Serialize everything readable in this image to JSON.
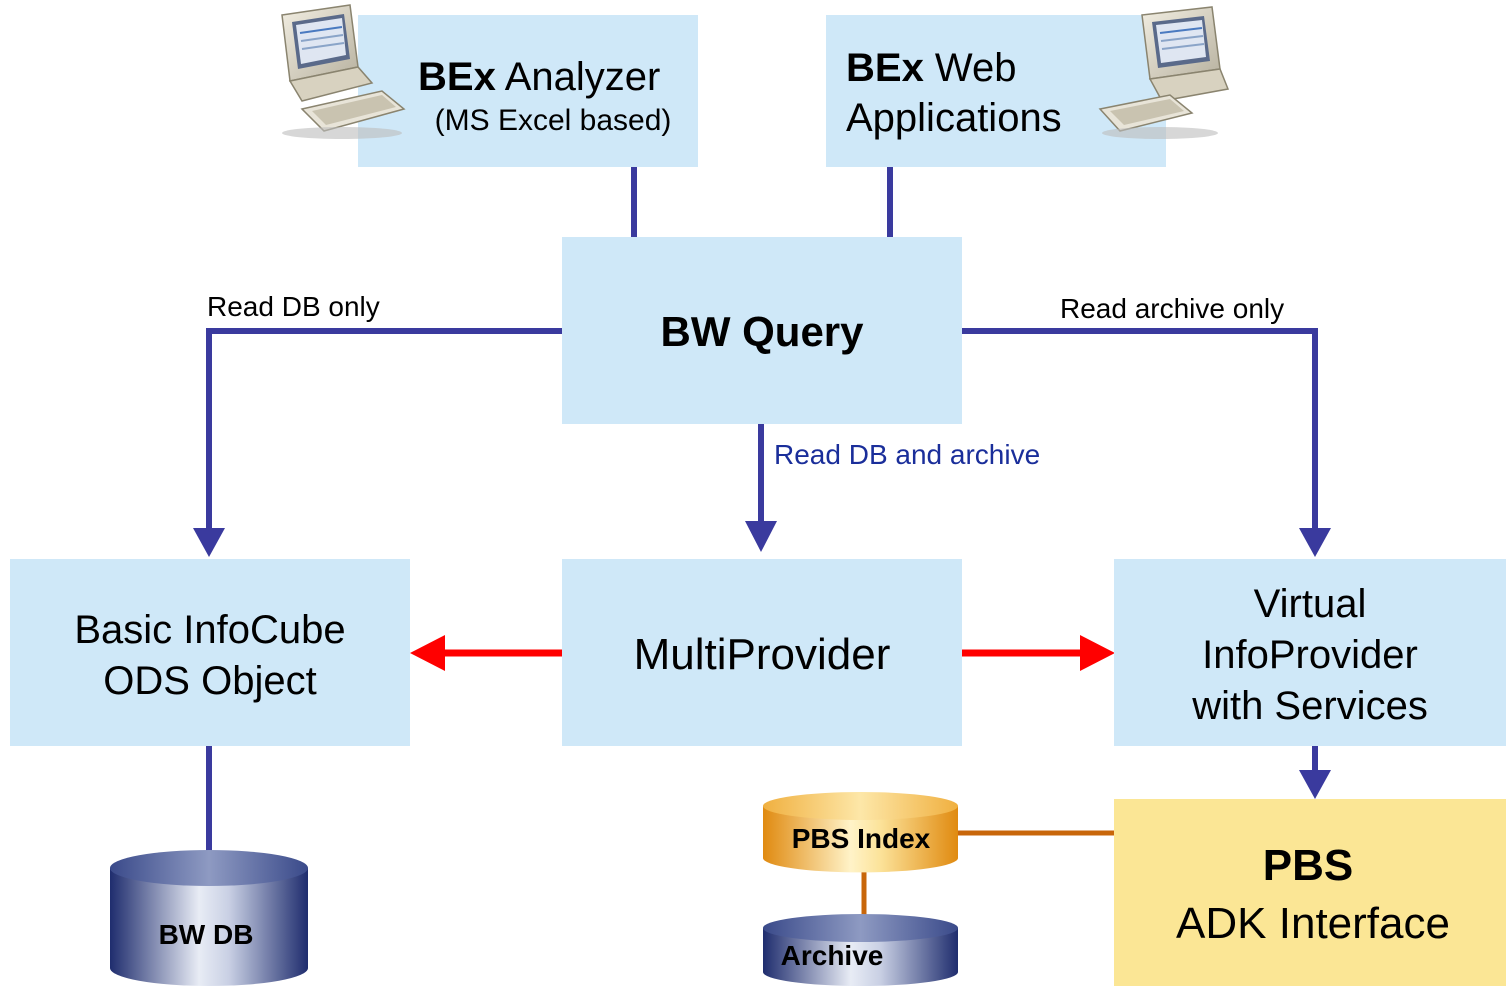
{
  "colors": {
    "box_fill": "#cfe8f8",
    "pbs_fill": "#fbe695",
    "connector_blue": "#3a3a9e",
    "arrow_red": "#ff0000",
    "connector_orange": "#c8660a",
    "db_navy": "#1f2d6e",
    "db_orange": "#f0a020"
  },
  "boxes": {
    "bex_analyzer": {
      "bold": "BEx",
      "rest": " Analyzer",
      "sub": "(MS Excel based)"
    },
    "bex_web": {
      "bold": "BEx",
      "rest": " Web",
      "line2": "Applications"
    },
    "bw_query": {
      "label": "BW Query"
    },
    "basic_infocube": {
      "line1": "Basic InfoCube",
      "line2": "ODS Object"
    },
    "multiprovider": {
      "label": "MultiProvider"
    },
    "virtual_infoprovider": {
      "line1": "Virtual",
      "line2": "InfoProvider",
      "line3": "with Services"
    },
    "pbs": {
      "line1": "PBS",
      "line2": "ADK Interface"
    }
  },
  "labels": {
    "read_db_only": "Read DB only",
    "read_archive_only": "Read archive only",
    "read_db_and_archive": "Read DB and archive"
  },
  "databases": {
    "bw_db": "BW DB",
    "pbs_index": "PBS Index",
    "archive": "Archive"
  },
  "icons": [
    "computer-icon",
    "computer-icon"
  ]
}
